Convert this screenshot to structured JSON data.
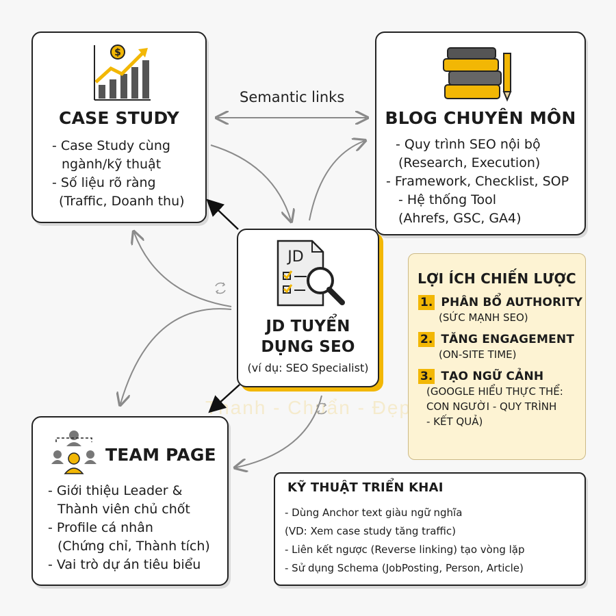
{
  "connector_label": "Semantic links",
  "case_study": {
    "title": "CASE STUDY",
    "bullets": [
      "- Case Study cùng",
      "ngành/kỹ thuật",
      "- Số liệu rõ ràng",
      "(Traffic, Doanh thu)"
    ]
  },
  "blog": {
    "title": "BLOG CHUYÊN MÔN",
    "bullets": [
      "- Quy trình SEO nội bộ",
      "(Research, Execution)",
      "- Framework, Checklist, SOP",
      "- Hệ thống Tool",
      "(Ahrefs, GSC, GA4)"
    ]
  },
  "jd": {
    "icon_text": "JD",
    "title_line1": "JD TUYỂN",
    "title_line2": "DỤNG SEO",
    "subtitle": "(ví dụ: SEO Specialist)"
  },
  "benefits": {
    "title": "LỢI ÍCH CHIẾN LƯỢC",
    "items": [
      {
        "num": "1.",
        "heading": "PHÂN BỔ AUTHORITY",
        "detail": [
          "(SỨC MẠNH SEO)"
        ]
      },
      {
        "num": "2.",
        "heading": "TĂNG ENGAGEMENT",
        "detail": [
          "(ON-SITE TIME)"
        ]
      },
      {
        "num": "3.",
        "heading": "TẠO NGỮ CẢNH",
        "detail": [
          "(GOOGLE HIỂU THỰC THỂ:",
          "CON NGƯỜI - QUY TRÌNH",
          "- KẾT QUẢ)"
        ]
      }
    ]
  },
  "team": {
    "title": "TEAM PAGE",
    "bullets": [
      "- Giới thiệu Leader &",
      "Thành viên chủ chốt",
      "- Profile cá nhân",
      "(Chứng chỉ, Thành tích)",
      "- Vai trò dự án tiêu biểu"
    ]
  },
  "technique": {
    "title": "KỸ THUẬT TRIỂN KHAI",
    "bullets": [
      "- Dùng Anchor text giàu ngữ nghĩa",
      "(VD: Xem case study tăng traffic)",
      "- Liên kết ngược (Reverse linking) tạo vòng lặp",
      "- Sử dụng Schema (JobPosting, Person, Article)"
    ]
  },
  "watermark": "Thanh - Chuẩn - Đẹp",
  "colors": {
    "accent": "#f2b705",
    "panel": "#fdf3d3",
    "border": "#222222",
    "arrow": "#8a8a8a"
  },
  "icons": [
    "chart-dollar-icon",
    "books-pencil-icon",
    "document-magnifier-icon",
    "team-hierarchy-icon",
    "cycle-icon"
  ]
}
